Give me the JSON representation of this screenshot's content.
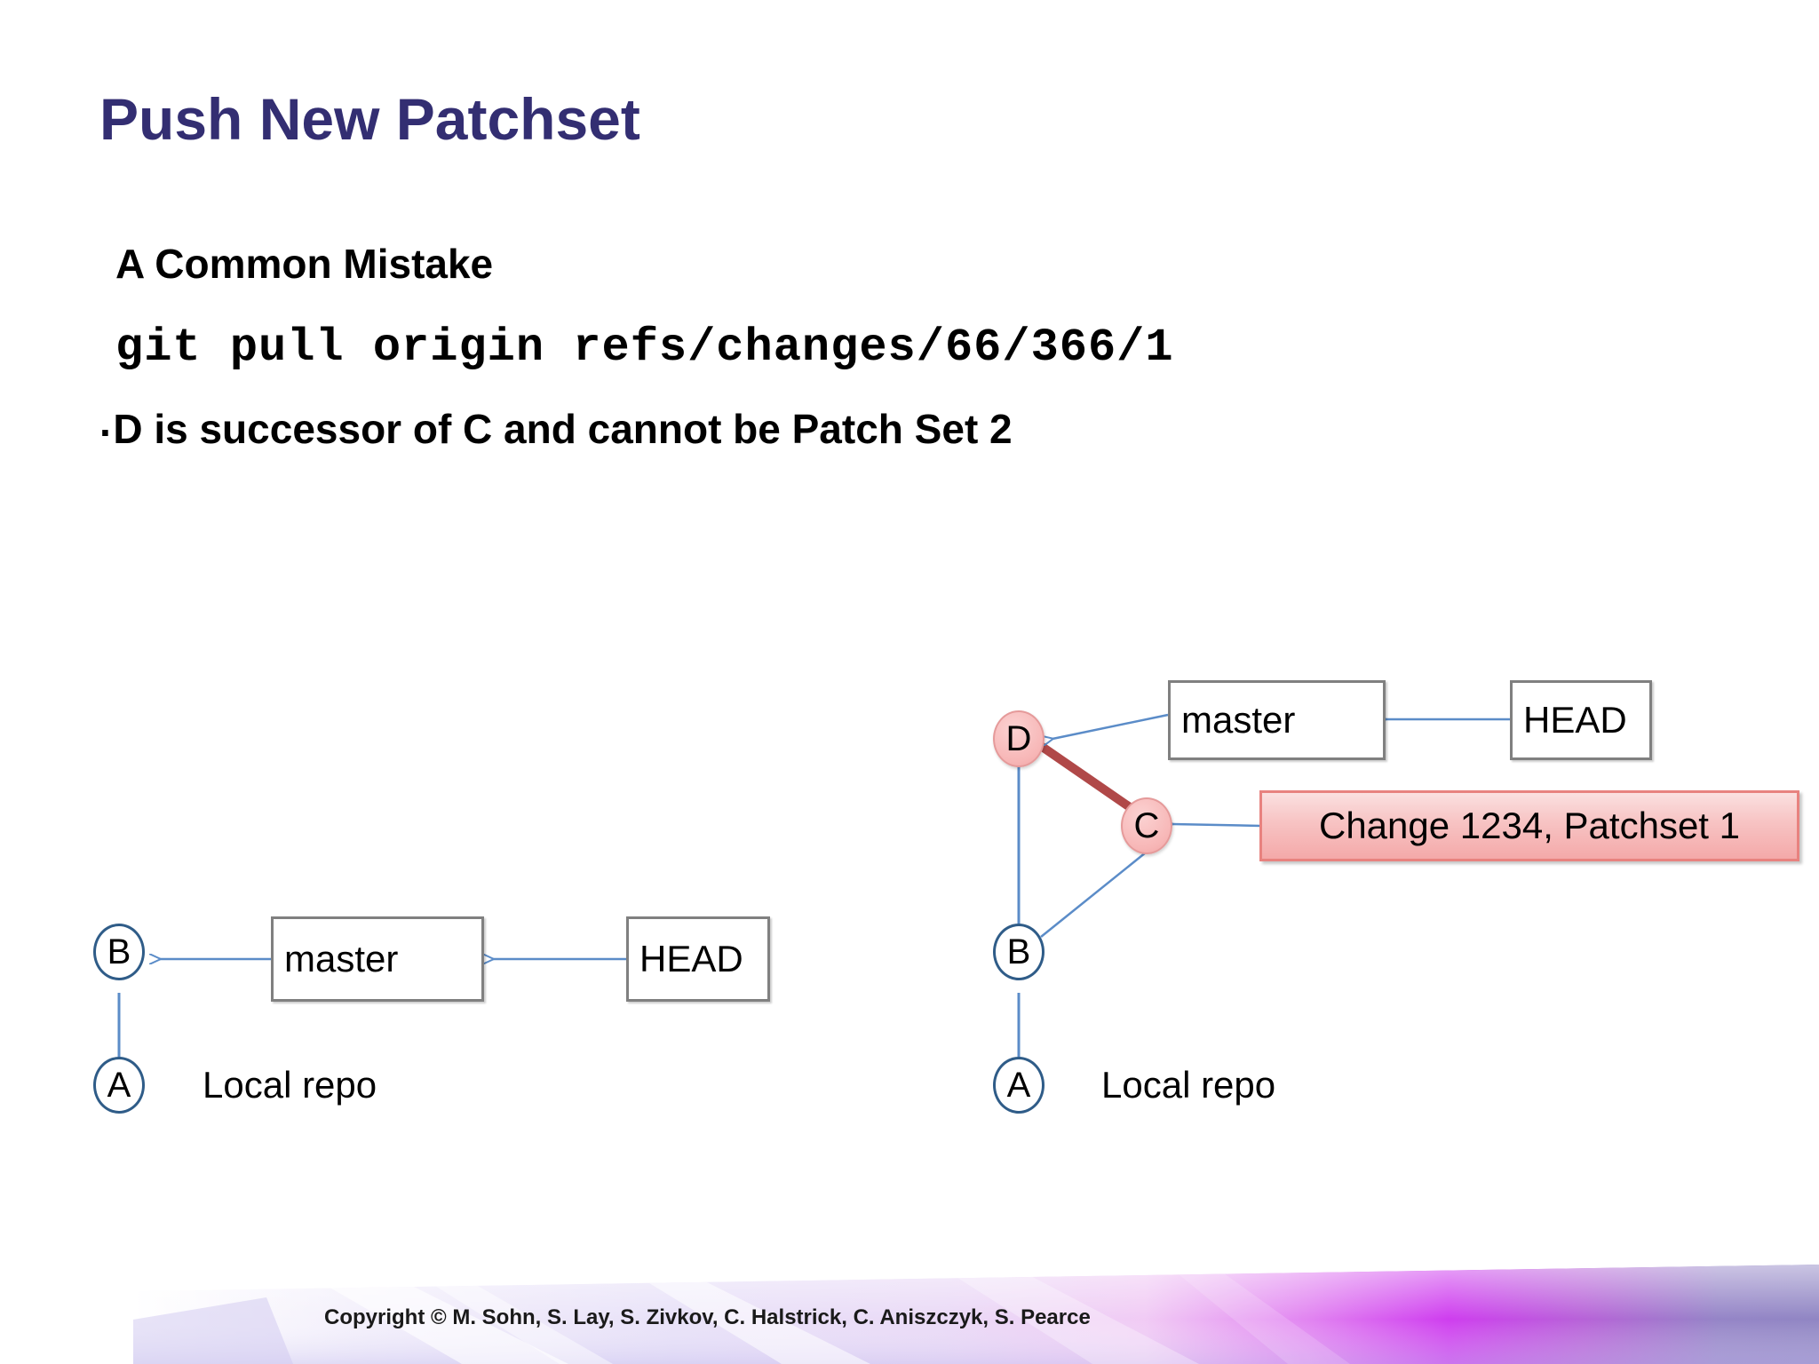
{
  "slide": {
    "title": "Push New Patchset",
    "title_color": "#332E72"
  },
  "body": {
    "heading": "A Common Mistake",
    "command": "git pull origin refs/changes/66/366/1",
    "bullet_marker": "·",
    "bullet_text": "D is successor of C and cannot be Patch Set 2"
  },
  "diagrams": {
    "left": {
      "nodes": [
        {
          "label": "B",
          "style": "plain"
        },
        {
          "label": "A",
          "style": "plain"
        }
      ],
      "boxes": [
        {
          "label": "master"
        },
        {
          "label": "HEAD"
        }
      ],
      "caption": "Local repo"
    },
    "right": {
      "nodes": [
        {
          "label": "D",
          "style": "pink"
        },
        {
          "label": "C",
          "style": "pink"
        },
        {
          "label": "B",
          "style": "plain"
        },
        {
          "label": "A",
          "style": "plain"
        }
      ],
      "boxes": [
        {
          "label": "master"
        },
        {
          "label": "HEAD"
        }
      ],
      "change_label": "Change 1234, Patchset 1",
      "caption": "Local repo"
    }
  },
  "footer": {
    "copyright": "Copyright © M. Sohn, S. Lay, S. Zivkov, C. Halstrick, C. Aniszczyk, S. Pearce"
  },
  "colors": {
    "title": "#332E72",
    "node_border": "#2F5C88",
    "node_pink_fill": "#F7B6B6",
    "edge_blue": "#5B8CC8",
    "edge_red": "#B04848",
    "box_border": "#808080",
    "change_border": "#E8827F",
    "footer_magenta": "#CC33EE"
  }
}
